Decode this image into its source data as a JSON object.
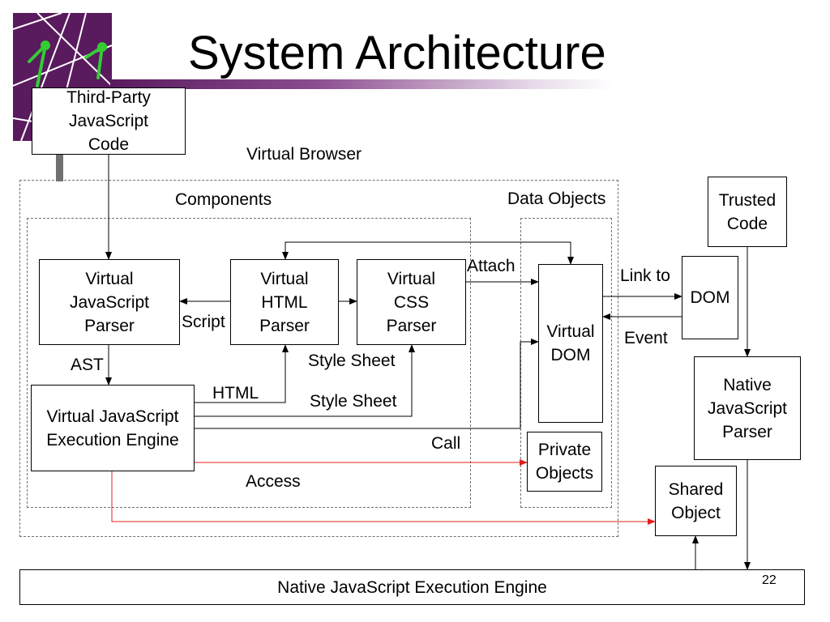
{
  "title": "System Architecture",
  "labels": {
    "virtual_browser": "Virtual Browser",
    "components": "Components",
    "data_objects": "Data Objects",
    "attach": "Attach",
    "link_to": "Link to",
    "event": "Event",
    "script": "Script",
    "ast": "AST",
    "html": "HTML",
    "style_sheet_1": "Style Sheet",
    "style_sheet_2": "Style Sheet",
    "call": "Call",
    "access": "Access"
  },
  "boxes": {
    "third_party": "Third-Party\nJavaScript\nCode",
    "vjs_parser": "Virtual\nJavaScript\nParser",
    "vhtml_parser": "Virtual\nHTML\nParser",
    "vcss_parser": "Virtual\nCSS\nParser",
    "vdom": "Virtual\nDOM",
    "dom": "DOM",
    "trusted": "Trusted\nCode",
    "vjs_engine": "Virtual JavaScript\nExecution Engine",
    "private_objects": "Private\nObjects",
    "native_parser": "Native\nJavaScript\nParser",
    "shared_object": "Shared\nObject",
    "native_engine": "Native JavaScript Execution Engine"
  },
  "page_number": "22",
  "colors": {
    "logo_bg": "#5a1a5e",
    "logo_accent": "#33cc33",
    "access_arrow": "#e02020"
  }
}
